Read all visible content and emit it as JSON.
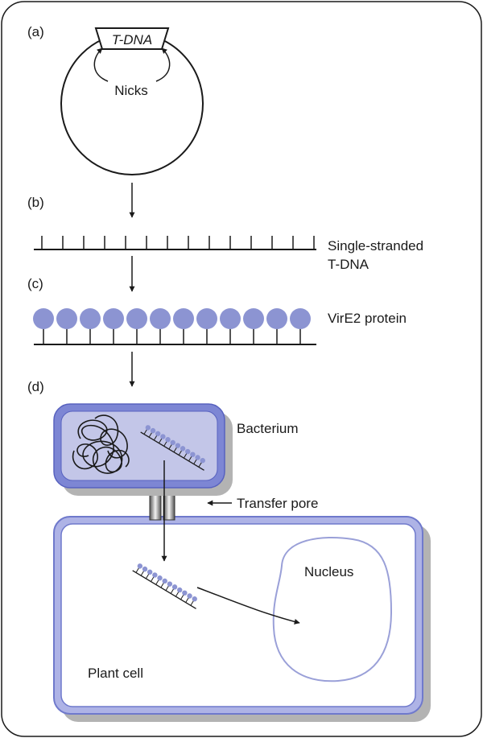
{
  "panels": {
    "a": "(a)",
    "b": "(b)",
    "c": "(c)",
    "d": "(d)"
  },
  "labels": {
    "tdna": "T-DNA",
    "nicks": "Nicks",
    "single_stranded_line1": "Single-stranded",
    "single_stranded_line2": "T-DNA",
    "vire2": "VirE2 protein",
    "bacterium": "Bacterium",
    "transfer_pore": "Transfer pore",
    "nucleus": "Nucleus",
    "plant_cell": "Plant cell"
  },
  "colors": {
    "protein": "#8c94d2",
    "membrane_outer": "#7d86d4",
    "bacterium_fill": "#c3c6e8",
    "nucleus_outline": "#9aa0d8",
    "shadow": "#b3b3b3"
  }
}
